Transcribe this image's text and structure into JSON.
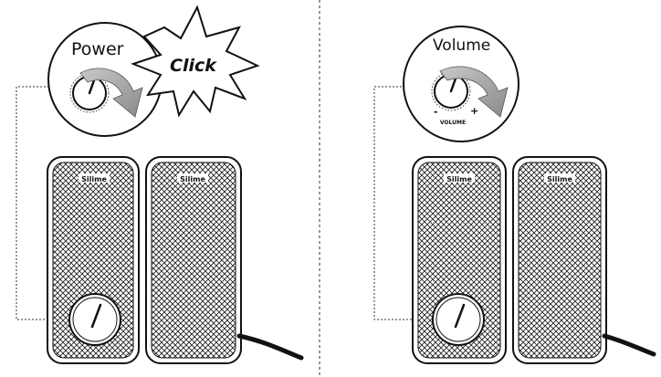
{
  "panels": [
    {
      "callout_label": "Power",
      "burst_label": "Click",
      "speaker_brand_left": "Silime",
      "speaker_brand_right": "Silime"
    },
    {
      "callout_label": "Volume",
      "minus_label": "-",
      "plus_label": "+",
      "knob_caption": "VOLUME",
      "speaker_brand_left": "Silime",
      "speaker_brand_right": "Silime"
    }
  ],
  "colors": {
    "line": "#111111",
    "arrow_fill": "#9a9a9a",
    "callout_fill": "#ffffff",
    "grille": "#222222"
  }
}
